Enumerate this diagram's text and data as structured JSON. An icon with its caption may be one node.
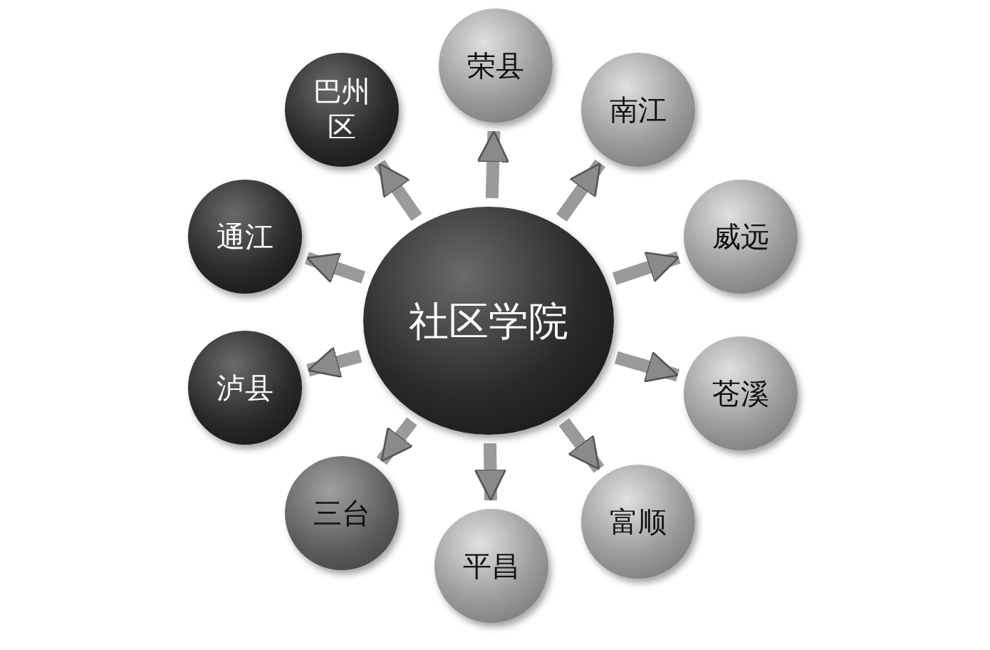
{
  "diagram": {
    "nodes": [
      {
        "text": [
          "社区学院"
        ]
      },
      {
        "text": [
          "荣县"
        ]
      },
      {
        "text": [
          "南江"
        ]
      },
      {
        "text": [
          "威远"
        ]
      },
      {
        "text": [
          "苍溪"
        ]
      },
      {
        "text": [
          "富顺"
        ]
      },
      {
        "text": [
          "平昌"
        ]
      },
      {
        "text": [
          "三台"
        ]
      },
      {
        "text": [
          "泸县"
        ]
      },
      {
        "text": [
          "通江"
        ]
      },
      {
        "text": [
          "巴州区"
        ]
      }
    ],
    "edges": [
      {
        "from": 0,
        "to": 1,
        "arrow": "to"
      },
      {
        "from": 0,
        "to": 2,
        "arrow": "to"
      },
      {
        "from": 0,
        "to": 3,
        "arrow": "to"
      },
      {
        "from": 0,
        "to": 4,
        "arrow": "to"
      },
      {
        "from": 0,
        "to": 5,
        "arrow": "to"
      },
      {
        "from": 0,
        "to": 6,
        "arrow": "to"
      },
      {
        "from": 0,
        "to": 7,
        "arrow": "to"
      },
      {
        "from": 0,
        "to": 8,
        "arrow": "to"
      },
      {
        "from": 0,
        "to": 9,
        "arrow": "to"
      },
      {
        "from": 0,
        "to": 10,
        "arrow": "to"
      }
    ]
  }
}
